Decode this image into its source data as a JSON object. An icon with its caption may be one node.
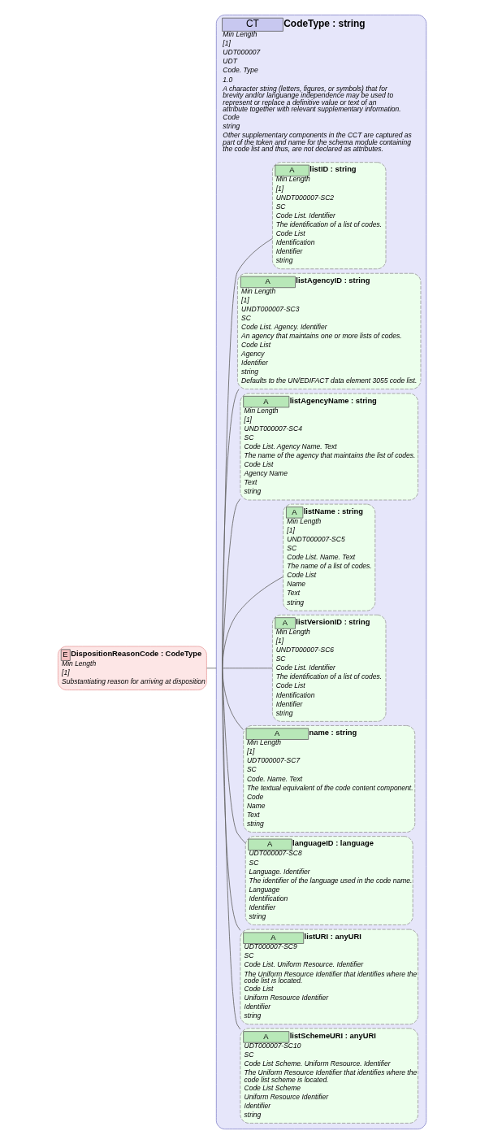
{
  "diagram": {
    "nodes": [
      {
        "text": [
          "E",
          "DispositionReasonCode : CodeType",
          "Min Length",
          "[1]",
          "Substantiating reason for arriving at disposition"
        ]
      },
      {
        "text": [
          "CT",
          "CodeType : string",
          "Min Length",
          "[1]",
          "UDT000007",
          "UDT",
          "Code. Type",
          "1.0",
          "A character string (letters, figures, or symbols) that for brevity and/or languange independence may be used to represent or replace a definitive value or text of an attribute together with relevant supplementary information.",
          "Code",
          "string",
          "Other supplementary components in the CCT are captured as part of the token and name for the schema module containing the code list and thus, are not declared as attributes."
        ]
      },
      {
        "text": [
          "A",
          "listID : string",
          "Min Length",
          "[1]",
          "UNDT000007-SC2",
          "SC",
          "Code List. Identifier",
          "The identification of a list of codes.",
          "Code List",
          "Identification",
          "Identifier",
          "string"
        ],
        "in": 1
      },
      {
        "text": [
          "A",
          "listAgencyID : string",
          "Min Length",
          "[1]",
          "UNDT000007-SC3",
          "SC",
          "Code List. Agency. Identifier",
          "An agency that maintains one or more lists of codes.",
          "Code List",
          "Agency",
          "Identifier",
          "string",
          "Defaults to the UN/EDIFACT data element 3055 code list."
        ],
        "in": 1
      },
      {
        "text": [
          "A",
          "listAgencyName : string",
          "Min Length",
          "[1]",
          "UNDT000007-SC4",
          "SC",
          "Code List. Agency Name. Text",
          "The name of the agency that maintains the list of codes.",
          "Code List",
          "Agency Name",
          "Text",
          "string"
        ],
        "in": 1
      },
      {
        "text": [
          "A",
          "listName : string",
          "Min Length",
          "[1]",
          "UNDT000007-SC5",
          "SC",
          "Code List. Name. Text",
          "The name of a list of codes.",
          "Code List",
          "Name",
          "Text",
          "string"
        ],
        "in": 1
      },
      {
        "text": [
          "A",
          "listVersionID : string",
          "Min Length",
          "[1]",
          "UNDT000007-SC6",
          "SC",
          "Code List. Identifier",
          "The identification of a list of codes.",
          "Code List",
          "Identification",
          "Identifier",
          "string"
        ],
        "in": 1
      },
      {
        "text": [
          "A",
          "name : string",
          "Min Length",
          "[1]",
          "UDT000007-SC7",
          "SC",
          "Code. Name. Text",
          "The textual equivalent of the code content component.",
          "Code",
          "Name",
          "Text",
          "string"
        ],
        "in": 1
      },
      {
        "text": [
          "A",
          "languageID : language",
          "UDT000007-SC8",
          "SC",
          "Language. Identifier",
          "The identifier of the language used in the code name.",
          "Language",
          "Identification",
          "Identifier",
          "string"
        ],
        "in": 1
      },
      {
        "text": [
          "A",
          "listURI : anyURI",
          "UDT000007-SC9",
          "SC",
          "Code List. Uniform Resource. Identifier",
          "The Uniform Resource Identifier that identifies where the code list is located.",
          "Code List",
          "Uniform Resource Identifier",
          "Identifier",
          "string"
        ],
        "in": 1
      },
      {
        "text": [
          "A",
          "listSchemeURI : anyURI",
          "UDT000007-SC10",
          "SC",
          "Code List Scheme. Uniform Resource. Identifier",
          "The Uniform Resource Identifier that identifies where the code list scheme is located.",
          "Code List Scheme",
          "Uniform Resource Identifier",
          "Identifier",
          "string"
        ],
        "in": 1
      }
    ],
    "edges": [
      {
        "from": 0,
        "to": 1,
        "arrow": "none"
      },
      {
        "from": 1,
        "to": 2,
        "arrow": "none"
      },
      {
        "from": 1,
        "to": 3,
        "arrow": "none"
      },
      {
        "from": 1,
        "to": 4,
        "arrow": "none"
      },
      {
        "from": 1,
        "to": 5,
        "arrow": "none"
      },
      {
        "from": 1,
        "to": 6,
        "arrow": "none"
      },
      {
        "from": 1,
        "to": 7,
        "arrow": "none"
      },
      {
        "from": 1,
        "to": 8,
        "arrow": "none"
      },
      {
        "from": 1,
        "to": 9,
        "arrow": "none"
      },
      {
        "from": 1,
        "to": 10,
        "arrow": "none"
      }
    ]
  }
}
